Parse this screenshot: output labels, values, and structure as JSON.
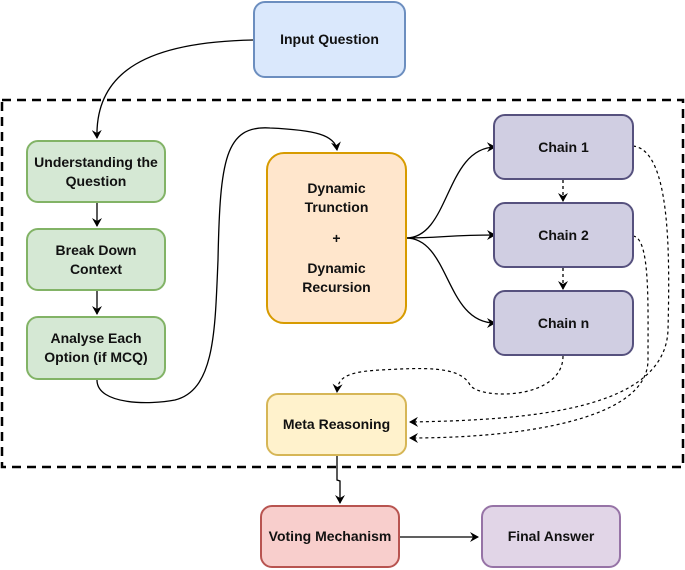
{
  "nodes": {
    "input_question": "Input Question",
    "understanding": "Understanding the Question",
    "break_down": "Break Down Context",
    "analyse": "Analyse Each Option (if MCQ)",
    "dynamic_truncation": "Dynamic Trunction",
    "plus": "+",
    "dynamic_recursion": "Dynamic Recursion",
    "chain_1": "Chain 1",
    "chain_2": "Chain 2",
    "chain_n": "Chain n",
    "meta_reasoning": "Meta Reasoning",
    "voting": "Voting Mechanism",
    "final_answer": "Final Answer"
  },
  "colors": {
    "blue_fill": "#dae8fc",
    "blue_stroke": "#6c8ebf",
    "green_fill": "#d5e8d4",
    "green_stroke": "#82b366",
    "orange_fill": "#ffe6cc",
    "orange_stroke": "#d79b00",
    "purple_fill": "#d0cee2",
    "purple_stroke": "#56517e",
    "yellow_fill": "#fff2cc",
    "yellow_stroke": "#d6b656",
    "red_fill": "#f8cecc",
    "red_stroke": "#b85450",
    "violet_fill": "#e1d5e7",
    "violet_stroke": "#9673a6"
  }
}
